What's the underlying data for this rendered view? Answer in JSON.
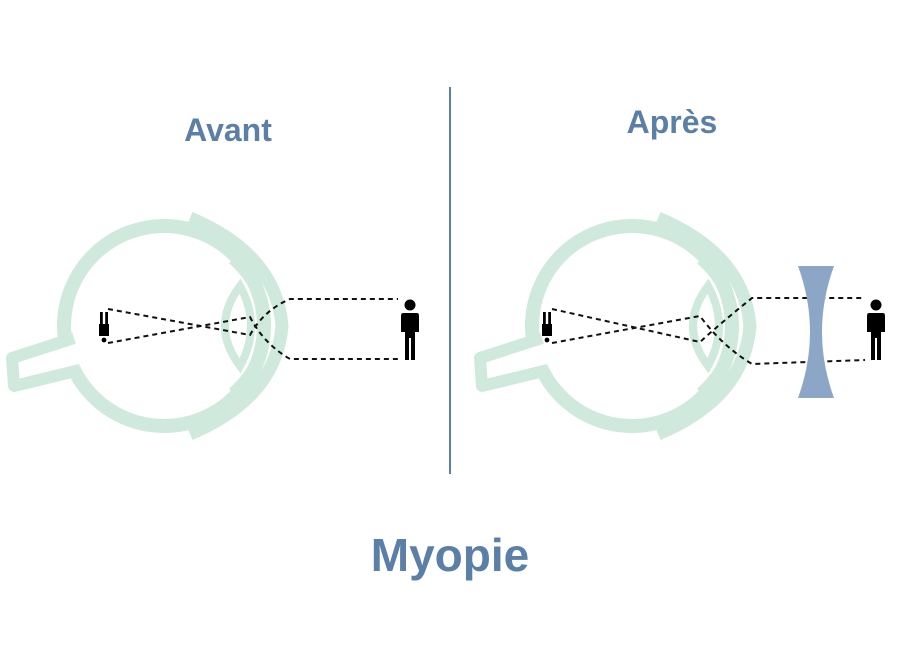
{
  "labels": {
    "before": "Avant",
    "after": "Après",
    "title": "Myopie"
  },
  "colors": {
    "eye": "#cfe9dd",
    "accent": "#5b7fa6",
    "lens": "#8ba6c6",
    "figure": "#000000"
  },
  "icons": {
    "eye": "eye-cross-section-icon",
    "person": "person-icon",
    "image": "inverted-person-image-icon",
    "corrective_lens": "concave-lens-icon"
  }
}
